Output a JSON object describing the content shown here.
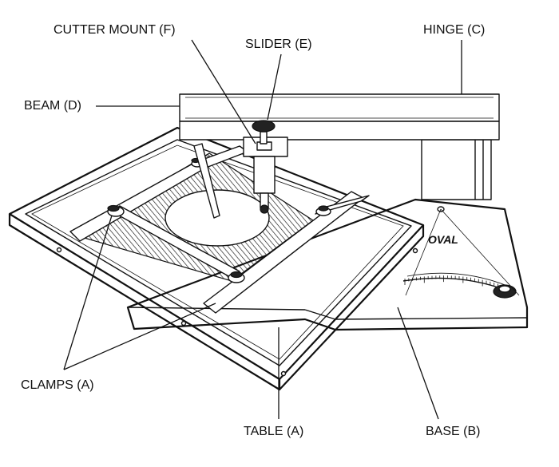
{
  "labels": {
    "cutter_mount": "CUTTER MOUNT (F)",
    "slider": "SLIDER (E)",
    "hinge": "HINGE (C)",
    "beam": "BEAM (D)",
    "clamps": "CLAMPS (A)",
    "table": "TABLE (A)",
    "base": "BASE (B)"
  },
  "logo": "OVAL"
}
